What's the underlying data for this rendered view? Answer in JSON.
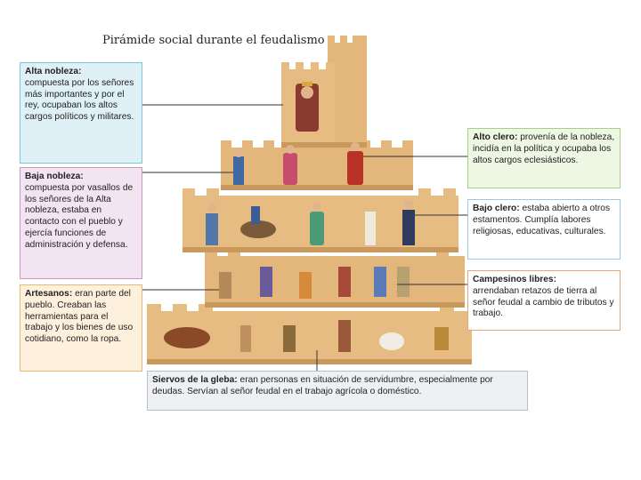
{
  "title": "Pirámide social durante el feudalismo",
  "colors": {
    "wall": "#e3b77c",
    "wall_dark": "#c9985d",
    "wall_shadow": "#b98547",
    "line": "#333333"
  },
  "boxes": {
    "alta_nobleza": {
      "heading": "Alta nobleza:",
      "text": "compuesta por los señores más importantes y por el rey, ocupaban los altos cargos políticos y militares."
    },
    "baja_nobleza": {
      "heading": "Baja nobleza:",
      "text": "compuesta por vasallos de los señores de la Alta nobleza, estaba en contacto con el pueblo y ejercía funciones de administración y defensa."
    },
    "artesanos": {
      "heading": "Artesanos:",
      "text": "eran parte del pueblo. Creaban las herramientas para el trabajo y los bienes de uso cotidiano, como la ropa."
    },
    "alto_clero": {
      "heading": "Alto clero:",
      "text": "provenía de la nobleza, incidía en la política y ocupaba los altos cargos eclesiásticos."
    },
    "bajo_clero": {
      "heading": "Bajo clero:",
      "text": "estaba abierto a otros estamentos. Cumplía labores religiosas, educativas, culturales."
    },
    "campesinos": {
      "heading": "Campesinos libres:",
      "text": "arrendaban retazos de tierra al señor feudal a cambio de tributos y trabajo."
    },
    "siervos": {
      "heading": "Siervos de la gleba:",
      "text": "eran personas en situación de servidumbre, especialmente por deudas. Servían al señor feudal en el trabajo agrícola o doméstico."
    }
  }
}
